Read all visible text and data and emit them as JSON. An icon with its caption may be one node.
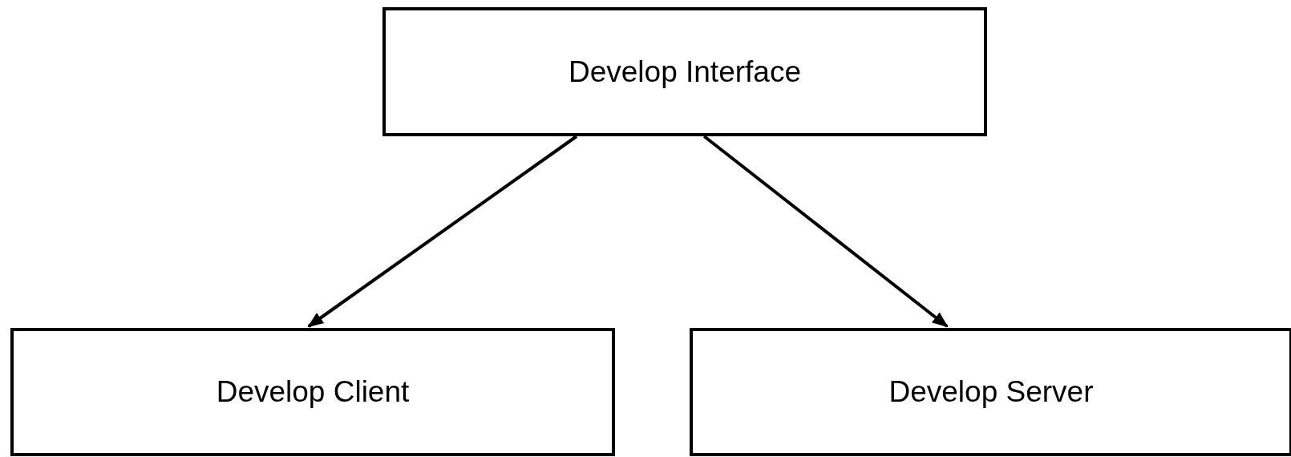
{
  "diagram": {
    "nodes": [
      {
        "text": [
          "Develop Interface"
        ]
      },
      {
        "text": [
          "Develop Client"
        ]
      },
      {
        "text": [
          "Develop Server"
        ]
      }
    ],
    "edges": [
      {
        "from": 0,
        "to": 1,
        "arrow": "to"
      },
      {
        "from": 0,
        "to": 2,
        "arrow": "to"
      }
    ]
  }
}
